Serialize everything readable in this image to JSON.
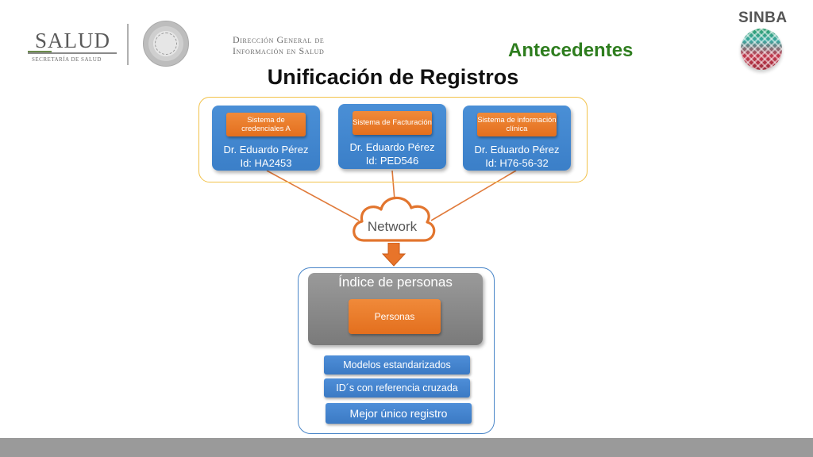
{
  "header": {
    "salud_logo": "SALUD",
    "salud_subtitle": "SECRETARÍA DE SALUD",
    "dg_line1": "Dirección General de",
    "dg_line2": "Información en Salud",
    "section": "Antecedentes",
    "title": "Unificación de Registros",
    "sinba_logo": "SINBA"
  },
  "systems": [
    {
      "tag": "Sistema de credenciales A",
      "name": "Dr. Eduardo Pérez",
      "id": "Id: HA2453"
    },
    {
      "tag": "Sistema de Facturación",
      "name": "Dr. Eduardo Pérez",
      "id": "Id: PED546"
    },
    {
      "tag": "Sistema de información clínica",
      "name": "Dr. Eduardo Pérez",
      "id": "Id: H76-56-32"
    }
  ],
  "network": {
    "label": "Network"
  },
  "index": {
    "title": "Índice de personas",
    "entity": "Personas",
    "features": [
      "Modelos estandarizados",
      "ID´s con referencia cruzada",
      "Mejor único registro"
    ]
  },
  "colors": {
    "section_green": "#2e7d1e",
    "system_blue": "#3b7fc8",
    "tag_orange": "#e36f1e",
    "container_gold": "#f2c24a",
    "container_blue": "#4a86c8",
    "index_gray": "#8a8a8a"
  },
  "icons": [
    "eagle-seal-icon",
    "sinba-globe-icon",
    "cloud-icon",
    "down-arrow-icon"
  ]
}
